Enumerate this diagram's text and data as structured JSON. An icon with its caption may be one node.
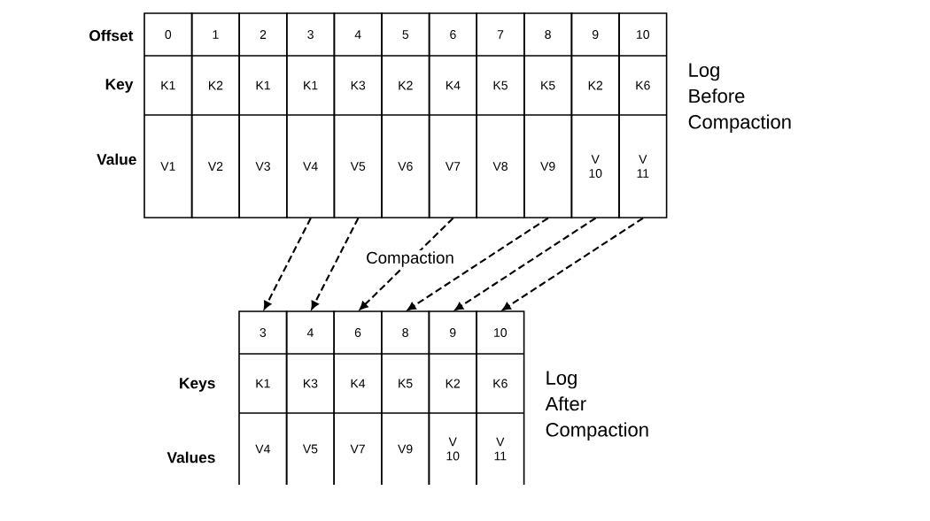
{
  "diagram": {
    "nodes": [
      {
        "text": [
          "0",
          "K1",
          "V1"
        ]
      },
      {
        "text": [
          "1",
          "K2",
          "V2"
        ]
      },
      {
        "text": [
          "2",
          "K1",
          "V3"
        ]
      },
      {
        "text": [
          "3",
          "K1",
          "V4"
        ]
      },
      {
        "text": [
          "4",
          "K3",
          "V5"
        ]
      },
      {
        "text": [
          "5",
          "K2",
          "V6"
        ]
      },
      {
        "text": [
          "6",
          "K4",
          "V7"
        ]
      },
      {
        "text": [
          "7",
          "K5",
          "V8"
        ]
      },
      {
        "text": [
          "8",
          "K5",
          "V9"
        ]
      },
      {
        "text": [
          "9",
          "K2",
          "V 10"
        ]
      },
      {
        "text": [
          "10",
          "K6",
          "V 11"
        ]
      },
      {
        "text": [
          "3",
          "K1",
          "V4"
        ]
      },
      {
        "text": [
          "4",
          "K3",
          "V5"
        ]
      },
      {
        "text": [
          "6",
          "K4",
          "V7"
        ]
      },
      {
        "text": [
          "8",
          "K5",
          "V9"
        ]
      },
      {
        "text": [
          "9",
          "K2",
          "V 10"
        ]
      },
      {
        "text": [
          "10",
          "K6",
          "V 11"
        ]
      }
    ],
    "edges": [
      {
        "from": 3,
        "to": 11,
        "arrow": "to",
        "style": "dashed"
      },
      {
        "from": 4,
        "to": 12,
        "arrow": "to",
        "style": "dashed"
      },
      {
        "from": 6,
        "to": 13,
        "arrow": "to",
        "style": "dashed"
      },
      {
        "from": 8,
        "to": 14,
        "arrow": "to",
        "style": "dashed"
      },
      {
        "from": 9,
        "to": 15,
        "arrow": "to",
        "style": "dashed"
      },
      {
        "from": 10,
        "to": 16,
        "arrow": "to",
        "style": "dashed"
      }
    ],
    "labels": [
      "Offset",
      "Key",
      "Value",
      "Log Before Compaction",
      "Compaction",
      "Keys",
      "Values",
      "Log After Compaction"
    ]
  }
}
